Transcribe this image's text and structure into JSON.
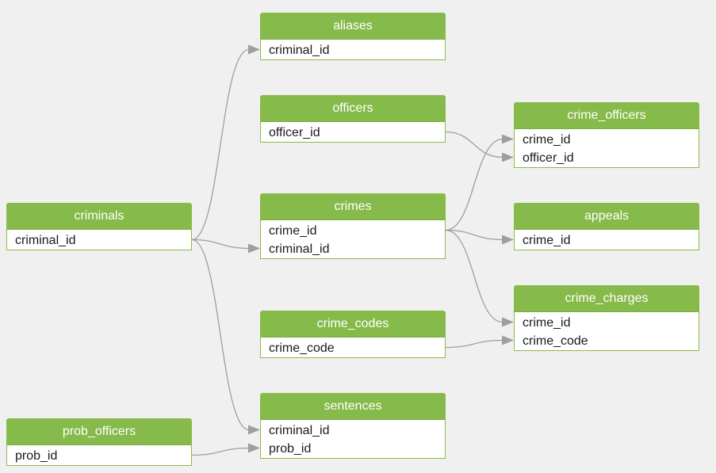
{
  "tables": {
    "criminals": {
      "title": "criminals",
      "fields": [
        "criminal_id"
      ]
    },
    "prob_officers": {
      "title": "prob_officers",
      "fields": [
        "prob_id"
      ]
    },
    "aliases": {
      "title": "aliases",
      "fields": [
        "criminal_id"
      ]
    },
    "officers": {
      "title": "officers",
      "fields": [
        "officer_id"
      ]
    },
    "crimes": {
      "title": "crimes",
      "fields": [
        "crime_id",
        "criminal_id"
      ]
    },
    "crime_codes": {
      "title": "crime_codes",
      "fields": [
        "crime_code"
      ]
    },
    "sentences": {
      "title": "sentences",
      "fields": [
        "criminal_id",
        "prob_id"
      ]
    },
    "crime_officers": {
      "title": "crime_officers",
      "fields": [
        "crime_id",
        "officer_id"
      ]
    },
    "appeals": {
      "title": "appeals",
      "fields": [
        "crime_id"
      ]
    },
    "crime_charges": {
      "title": "crime_charges",
      "fields": [
        "crime_id",
        "crime_code"
      ]
    }
  },
  "relationships": [
    {
      "from": "criminals.criminal_id",
      "to": "aliases.criminal_id"
    },
    {
      "from": "criminals.criminal_id",
      "to": "crimes.criminal_id"
    },
    {
      "from": "criminals.criminal_id",
      "to": "sentences.criminal_id"
    },
    {
      "from": "prob_officers.prob_id",
      "to": "sentences.prob_id"
    },
    {
      "from": "officers.officer_id",
      "to": "crime_officers.officer_id"
    },
    {
      "from": "crimes.crime_id",
      "to": "crime_officers.crime_id"
    },
    {
      "from": "crimes.crime_id",
      "to": "appeals.crime_id"
    },
    {
      "from": "crimes.crime_id",
      "to": "crime_charges.crime_id"
    },
    {
      "from": "crime_codes.crime_code",
      "to": "crime_charges.crime_code"
    }
  ],
  "colors": {
    "header": "#86ba4a",
    "border": "#8bbb47",
    "edge": "#9e9e9e",
    "background": "#f0f0f0"
  }
}
